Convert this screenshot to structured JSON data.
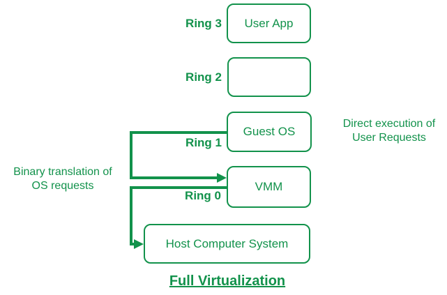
{
  "diagram": {
    "title": "Full Virtualization",
    "accent_green": "#12924b",
    "background": "#ffffff",
    "rings": [
      {
        "label": "Ring 3",
        "box_label": "User App"
      },
      {
        "label": "Ring 2",
        "box_label": ""
      },
      {
        "label": "Ring 1",
        "box_label": "Guest OS"
      },
      {
        "label": "Ring 0",
        "box_label": "VMM"
      }
    ],
    "host_box_label": "Host Computer System",
    "annotations": {
      "left_line1": "Binary translation of",
      "left_line2": "OS requests",
      "right_line1": "Direct execution of",
      "right_line2": "User Requests"
    },
    "connectors": [
      {
        "name": "guest-os-to-vmm",
        "from": "Guest OS",
        "to": "VMM"
      },
      {
        "name": "vmm-to-host",
        "from": "VMM",
        "to": "Host Computer System"
      }
    ]
  }
}
